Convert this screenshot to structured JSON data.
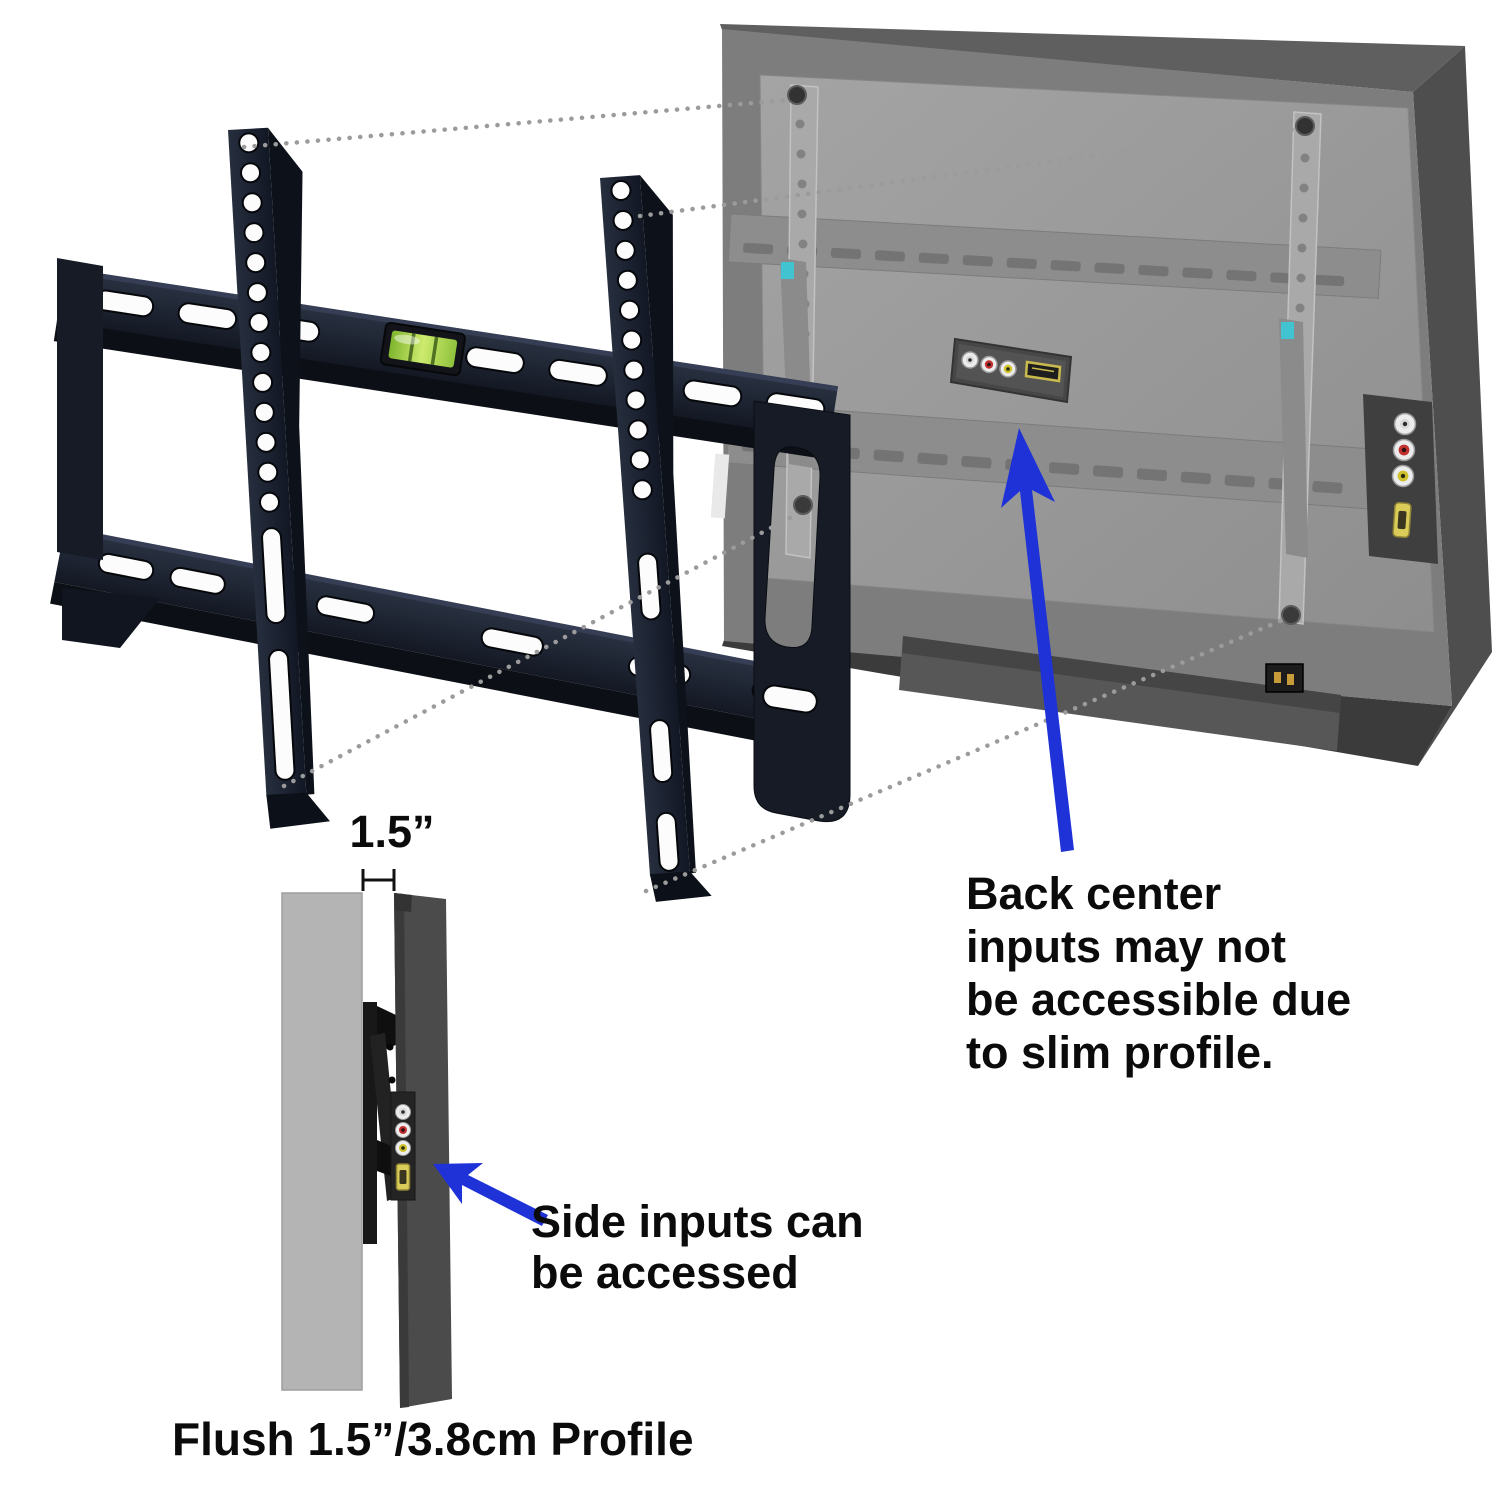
{
  "annotations": {
    "back_inputs_note": {
      "lines": [
        "Back center",
        "inputs may not",
        "be accessible due",
        "to slim profile."
      ]
    },
    "side_inputs_note": {
      "lines": [
        "Side inputs can",
        "be accessed"
      ]
    },
    "gap_measurement": "1.5”",
    "profile_caption": "Flush 1.5”/3.8cm Profile"
  },
  "colors": {
    "annotation_arrow_blue": "#1e32d8",
    "bracket_black": "#1a2030",
    "tv_back_gray": "#9c9c9c",
    "tv_bezel_gray": "#7d7d7d",
    "ghost_mount_gray": "#a9a9a9",
    "dotted_line_gray": "#9b9b9b",
    "bubble_level_green": "#9fd14e",
    "rca_white": "#ececec",
    "rca_red": "#c23030",
    "rca_yellow": "#cfc22e",
    "hdmi_gold": "#caba4e",
    "teal_clip": "#42c3d1",
    "wall_gray": "#b4b4b4"
  },
  "components": {
    "back_center_ports": [
      "rca-white",
      "rca-red",
      "rca-yellow",
      "hdmi"
    ],
    "side_ports": [
      "rca-white",
      "rca-red",
      "rca-yellow",
      "hdmi"
    ],
    "bracket_features": [
      "bubble-level",
      "vesa-slots",
      "mounting-holes"
    ]
  }
}
